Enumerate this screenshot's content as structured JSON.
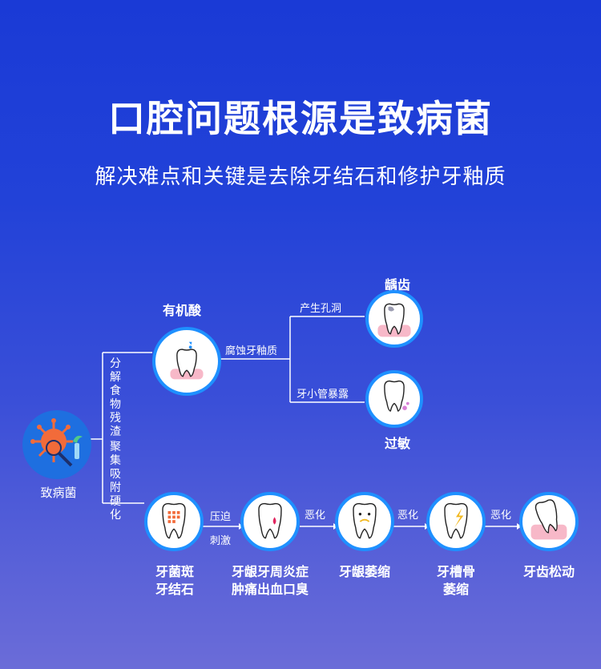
{
  "title": "口腔问题根源是致病菌",
  "subtitle": "解决难点和关键是去除牙结石和修护牙釉质",
  "nodes": {
    "bacteria": "致病菌",
    "organic_acid": "有机酸",
    "caries": "龋齿",
    "sensitivity": "过敏",
    "plaque_line1": "牙菌斑",
    "plaque_line2": "牙结石",
    "gum_line1": "牙龈牙周炎症",
    "gum_line2": "肿痛出血口臭",
    "gum_atrophy": "牙龈萎缩",
    "bone_line1": "牙槽骨",
    "bone_line2": "萎缩",
    "loose_teeth": "牙齿松动"
  },
  "edges": {
    "decompose": "分解食物残渣",
    "accumulate": "聚集吸附硬化",
    "corrode": "腐蚀牙釉质",
    "cavity": "产生孔洞",
    "exposure": "牙小管暴露",
    "press": "压迫",
    "stimulate": "刺激",
    "worsen1": "恶化",
    "worsen2": "恶化",
    "worsen3": "恶化"
  },
  "colors": {
    "background_top": "#1a3ad6",
    "background_bottom": "#6b6cd8",
    "circle_border": "#1e90ff",
    "gum_pink": "#f7b8c8",
    "blood_red": "#e0245e",
    "plaque_orange": "#f26b3a"
  }
}
